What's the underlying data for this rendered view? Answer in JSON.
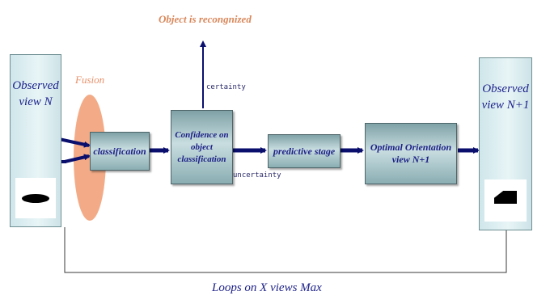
{
  "title": "Object is recongnized",
  "fusion_label": "Fusion",
  "observed_n": "Observed\nview N",
  "observed_n1": "Observed\nview N+1",
  "boxes": {
    "classification": "classification",
    "confidence": "Confidence on\nobject\nclassification",
    "predictive": "predictive stage",
    "optimal": "Optimal Orientation\nview N+1"
  },
  "edge_labels": {
    "certainty": "certainty",
    "uncertainty": "uncertainty"
  },
  "loop_label": "Loops on X views Max",
  "colors": {
    "arrow": "#0a0f6e",
    "fusion": "#f2a27a",
    "title": "#d9875a"
  }
}
